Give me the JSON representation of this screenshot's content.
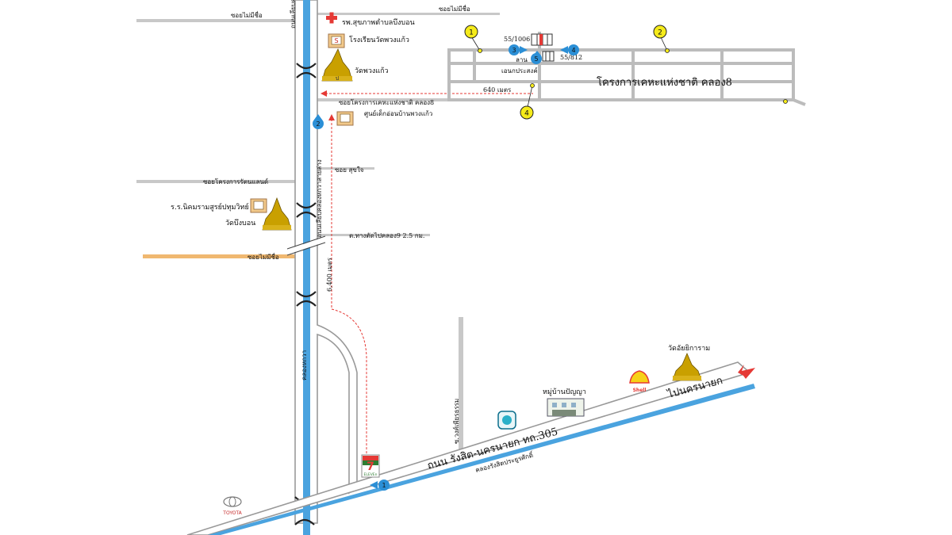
{
  "labels": {
    "soi_no_name_top_left": "ซอยไม่มีชื่อ",
    "soi_no_name_top_right": "ซอยไม่มีชื่อ",
    "soi_no_name_orange": "ซอยไม่มีชื่อ",
    "hospital": "รพ.สุขภาพตำบลบึงบอน",
    "school_wat_phuang_kaeo": "โรงเรียนวัดพวงแก้ว",
    "wat_phuang_kaeo": "วัดพวงแก้ว",
    "soi_project": "ซอยโครงการเคหะแห่งชาติ คลอง8",
    "child_center": "ศูนย์เด็กอ่อนบ้านพวงแก้ว",
    "soi_suksai": "ซอย สุขใจ",
    "soi_rattanakorn": "ซอยโครงการรัตนแลนด์",
    "school_nikhom": "ร.ร.นิคมรามสูรย์ปทุมวิทย์",
    "wat_bueng_bon": "วัดบึงบอน",
    "junction_klong9": "ต.ทางตัดไปคลอง9 2.5 กม.",
    "vertical_road_top": "ถนนเลียบคลอง",
    "vertical_road_mid": "ถนนเลียบคลองหกวาสายล่าง",
    "canal_name": "คลองหกวา",
    "plot_left": "55/1006",
    "plot_right": "55/812",
    "park_label": "ลาน",
    "multipurpose": "เอนกประสงค์",
    "project_name": "โครงการเคหะแห่งชาติ คลอง8",
    "dist_640": "640 เมตร",
    "dist_6400": "6,400 เมตร",
    "side_road": "ซ.วงศ์เพียรธรรม",
    "main_road": "ถนน รังสิต-นครนายก ทถ.305",
    "main_canal": "คลองรังสิตประยูรศักดิ์",
    "to_nakhon_nayok": "ไปนครนายก",
    "wat_chaiyikaram": "วัดอัยยิการาม",
    "village_panya": "หมู่บ้านปัญญา",
    "shell": "Shell",
    "toyota": "TOYOTA",
    "seven_eleven": "7",
    "eleven_text": "ELEVEn"
  },
  "markers": {
    "yellow": [
      "1",
      "2",
      "4"
    ],
    "blue": [
      "1",
      "2",
      "3",
      "4",
      "5"
    ],
    "temple_digit": "ป"
  },
  "colors": {
    "canal": "#4aa3df",
    "road_edge": "#999999",
    "route": "#e53935",
    "marker_yellow": "#f5eb1b",
    "marker_blue": "#2b8fd6",
    "temple_gold": "#c9a000",
    "orange_road": "#f0b870"
  }
}
